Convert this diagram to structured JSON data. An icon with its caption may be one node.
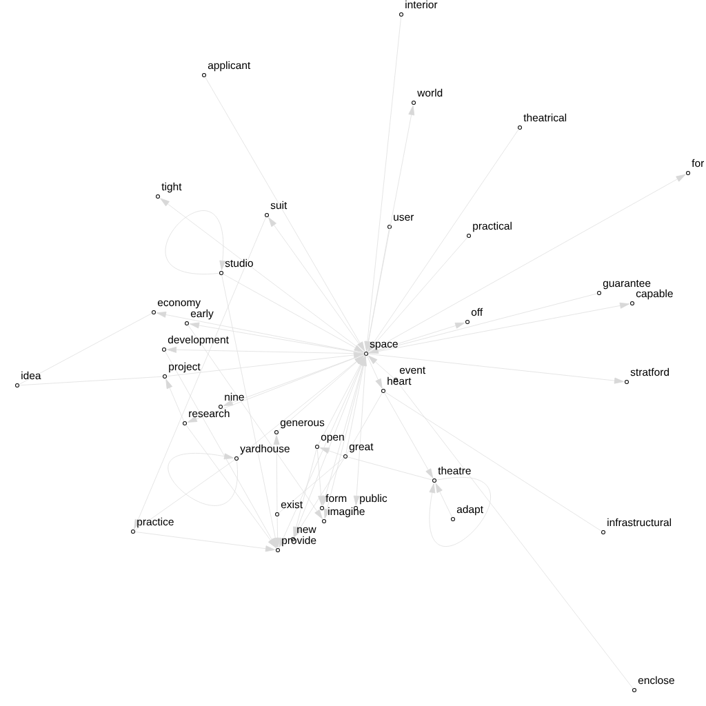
{
  "diagram": {
    "nodes": [
      {
        "text": [
          "interior"
        ]
      },
      {
        "text": [
          "applicant"
        ]
      },
      {
        "text": [
          "world"
        ]
      },
      {
        "text": [
          "theatrical"
        ]
      },
      {
        "text": [
          "for"
        ]
      },
      {
        "text": [
          "tight"
        ]
      },
      {
        "text": [
          "suit"
        ]
      },
      {
        "text": [
          "user"
        ]
      },
      {
        "text": [
          "practical"
        ]
      },
      {
        "text": [
          "studio"
        ]
      },
      {
        "text": [
          "guarantee"
        ]
      },
      {
        "text": [
          "capable"
        ]
      },
      {
        "text": [
          "economy"
        ]
      },
      {
        "text": [
          "early"
        ]
      },
      {
        "text": [
          "off"
        ]
      },
      {
        "text": [
          "development"
        ]
      },
      {
        "text": [
          "space"
        ]
      },
      {
        "text": [
          "event"
        ]
      },
      {
        "text": [
          "project"
        ]
      },
      {
        "text": [
          "heart"
        ]
      },
      {
        "text": [
          "stratford"
        ]
      },
      {
        "text": [
          "idea"
        ]
      },
      {
        "text": [
          "nine"
        ]
      },
      {
        "text": [
          "research"
        ]
      },
      {
        "text": [
          "generous"
        ]
      },
      {
        "text": [
          "open"
        ]
      },
      {
        "text": [
          "great"
        ]
      },
      {
        "text": [
          "yardhouse"
        ]
      },
      {
        "text": [
          "theatre"
        ]
      },
      {
        "text": [
          "form"
        ]
      },
      {
        "text": [
          "public"
        ]
      },
      {
        "text": [
          "exist"
        ]
      },
      {
        "text": [
          "imagine"
        ]
      },
      {
        "text": [
          "adapt"
        ]
      },
      {
        "text": [
          "practice"
        ]
      },
      {
        "text": [
          "infrastructural"
        ]
      },
      {
        "text": [
          "new"
        ]
      },
      {
        "text": [
          "provide"
        ]
      },
      {
        "text": [
          "enclose"
        ]
      }
    ],
    "edges": [
      {
        "from": 0,
        "to": 16,
        "arrow": "to"
      },
      {
        "from": 1,
        "to": 16,
        "arrow": "to"
      },
      {
        "from": 16,
        "to": 2,
        "arrow": "to"
      },
      {
        "from": 3,
        "to": 16,
        "arrow": "to"
      },
      {
        "from": 16,
        "to": 4,
        "arrow": "to"
      },
      {
        "from": 16,
        "to": 5,
        "arrow": "to"
      },
      {
        "from": 16,
        "to": 6,
        "arrow": "to"
      },
      {
        "from": 7,
        "to": 16,
        "arrow": "to"
      },
      {
        "from": 8,
        "to": 16,
        "arrow": "to"
      },
      {
        "from": 9,
        "to": 16,
        "arrow": "to"
      },
      {
        "from": 9,
        "to": 9,
        "arrow": "to"
      },
      {
        "from": 10,
        "to": 16,
        "arrow": "to"
      },
      {
        "from": 16,
        "to": 11,
        "arrow": "to"
      },
      {
        "from": 16,
        "to": 12,
        "arrow": "to"
      },
      {
        "from": 16,
        "to": 13,
        "arrow": "to"
      },
      {
        "from": 16,
        "to": 14,
        "arrow": "to"
      },
      {
        "from": 16,
        "to": 15,
        "arrow": "to"
      },
      {
        "from": 17,
        "to": 16,
        "arrow": "to"
      },
      {
        "from": 18,
        "to": 16,
        "arrow": "to"
      },
      {
        "from": 16,
        "to": 19,
        "arrow": "to"
      },
      {
        "from": 16,
        "to": 20,
        "arrow": "to"
      },
      {
        "from": 21,
        "to": 18,
        "arrow": "none"
      },
      {
        "from": 21,
        "to": 12,
        "arrow": "none"
      },
      {
        "from": 16,
        "to": 22,
        "arrow": "to"
      },
      {
        "from": 16,
        "to": 23,
        "arrow": "to"
      },
      {
        "from": 24,
        "to": 16,
        "arrow": "to"
      },
      {
        "from": 25,
        "to": 16,
        "arrow": "to"
      },
      {
        "from": 26,
        "to": 16,
        "arrow": "to"
      },
      {
        "from": 27,
        "to": 16,
        "arrow": "to"
      },
      {
        "from": 16,
        "to": 29,
        "arrow": "to"
      },
      {
        "from": 16,
        "to": 30,
        "arrow": "to"
      },
      {
        "from": 31,
        "to": 26,
        "arrow": "none"
      },
      {
        "from": 16,
        "to": 32,
        "arrow": "to"
      },
      {
        "from": 16,
        "to": 36,
        "arrow": "to"
      },
      {
        "from": 16,
        "to": 37,
        "arrow": "to"
      },
      {
        "from": 6,
        "to": 34,
        "arrow": "to"
      },
      {
        "from": 13,
        "to": 32,
        "arrow": "to"
      },
      {
        "from": 15,
        "to": 37,
        "arrow": "to"
      },
      {
        "from": 9,
        "to": 37,
        "arrow": "to"
      },
      {
        "from": 23,
        "to": 18,
        "arrow": "to"
      },
      {
        "from": 34,
        "to": 27,
        "arrow": "none"
      },
      {
        "from": 27,
        "to": 27,
        "arrow": "to"
      },
      {
        "from": 34,
        "to": 37,
        "arrow": "to"
      },
      {
        "from": 23,
        "to": 37,
        "arrow": "to"
      },
      {
        "from": 31,
        "to": 24,
        "arrow": "to"
      },
      {
        "from": 26,
        "to": 25,
        "arrow": "to"
      },
      {
        "from": 26,
        "to": 28,
        "arrow": "none"
      },
      {
        "from": 19,
        "to": 28,
        "arrow": "to"
      },
      {
        "from": 28,
        "to": 28,
        "arrow": "to"
      },
      {
        "from": 33,
        "to": 28,
        "arrow": "to"
      },
      {
        "from": 17,
        "to": 38,
        "arrow": "none"
      },
      {
        "from": 35,
        "to": 19,
        "arrow": "none"
      },
      {
        "from": 25,
        "to": 29,
        "arrow": "to"
      },
      {
        "from": 31,
        "to": 37,
        "arrow": "to"
      },
      {
        "from": 26,
        "to": 36,
        "arrow": "to"
      },
      {
        "from": 25,
        "to": 36,
        "arrow": "to"
      },
      {
        "from": 19,
        "to": 26,
        "arrow": "none"
      }
    ]
  }
}
